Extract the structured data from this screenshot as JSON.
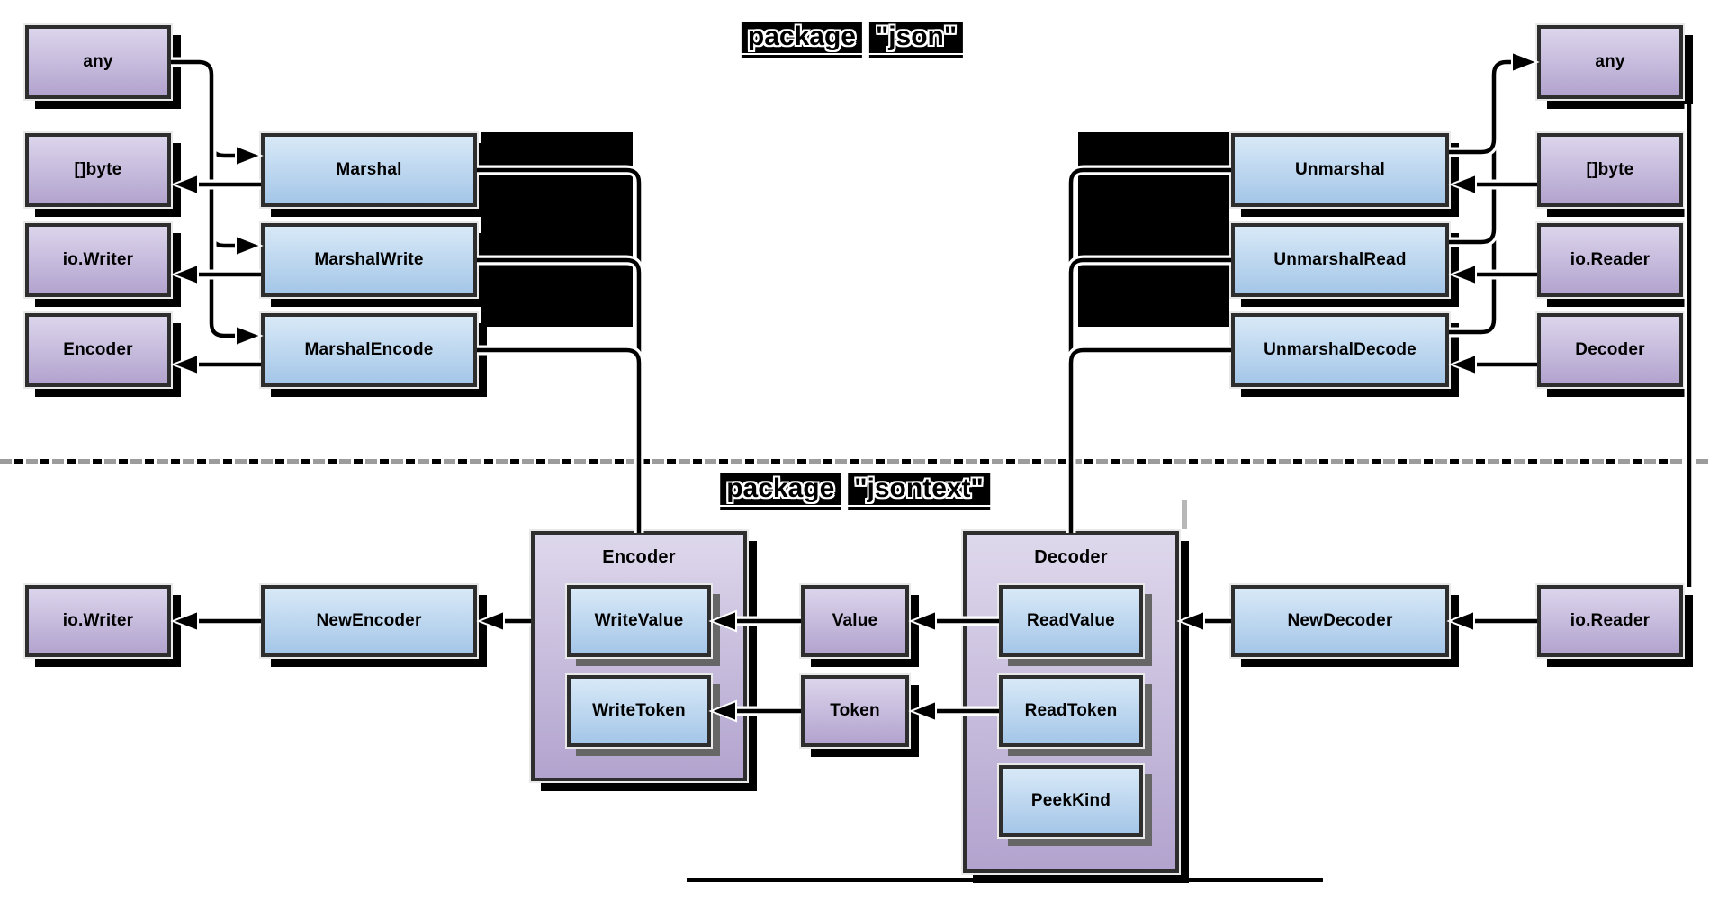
{
  "json_section": {
    "title_words": [
      "package",
      "\"json\""
    ],
    "left_types": [
      "any",
      "[]byte",
      "io.Writer",
      "Encoder"
    ],
    "left_funcs": [
      "Marshal",
      "MarshalWrite",
      "MarshalEncode"
    ],
    "right_funcs": [
      "Unmarshal",
      "UnmarshalRead",
      "UnmarshalDecode"
    ],
    "right_types": [
      "any",
      "[]byte",
      "io.Reader",
      "Decoder"
    ]
  },
  "jsontext_section": {
    "title_words": [
      "package",
      "\"jsontext\""
    ],
    "io_writer": "io.Writer",
    "new_encoder": "NewEncoder",
    "encoder": {
      "title": "Encoder",
      "methods": [
        "WriteValue",
        "WriteToken"
      ]
    },
    "value": "Value",
    "token": "Token",
    "decoder": {
      "title": "Decoder",
      "methods": [
        "ReadValue",
        "ReadToken",
        "PeekKind"
      ]
    },
    "new_decoder": "NewDecoder",
    "io_reader": "io.Reader"
  },
  "colors": {
    "type_box_top": "#dcd5ec",
    "type_box_bottom": "#b2a3ce",
    "func_box_top": "#d8e9f7",
    "func_box_bottom": "#a4c6e8",
    "box_border": "#2e2e2e",
    "shadow": "#000000",
    "line": "#000000",
    "dash_gray": "#9c9c9c",
    "title_highlight": "#000000"
  }
}
